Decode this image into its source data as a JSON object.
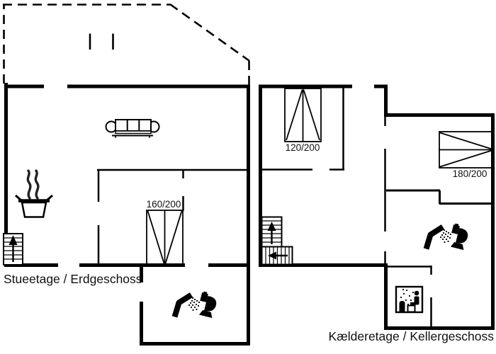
{
  "colors": {
    "line": "#000000",
    "background": "#ffffff",
    "text": "#111111"
  },
  "floors": {
    "ground": {
      "label": "Stueetage / Erdgeschoss",
      "bed_main": {
        "size": "160/200"
      },
      "icons": [
        "sofa-icon",
        "cooking-pot-icon",
        "staircase-up-icon",
        "shower-icon",
        "toilet-icon"
      ]
    },
    "basement": {
      "label": "Kælderetage / Kellergeschoss",
      "bed_single": {
        "size": "120/200"
      },
      "bed_double": {
        "size": "180/200"
      },
      "icons": [
        "staircase-turn-icon",
        "shower-icon",
        "toilet-icon",
        "sauna-icon"
      ]
    }
  }
}
